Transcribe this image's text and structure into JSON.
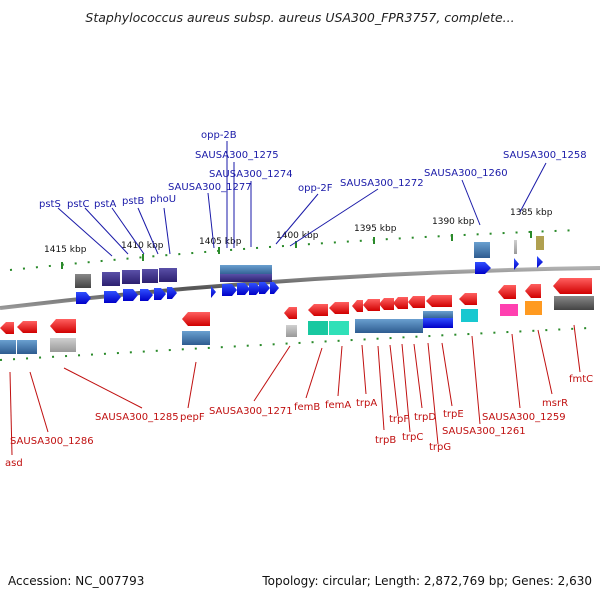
{
  "title": "Staphylococcus aureus subsp. aureus USA300_FPR3757, complete...",
  "footer": {
    "accession": "Accession: NC_007793",
    "summary": "Topology: circular; Length: 2,872,769 bp; Genes: 2,630"
  },
  "scale_labels": [
    "1415 kbp",
    "1410 kbp",
    "1405 kbp",
    "1400 kbp",
    "1395 kbp",
    "1390 kbp",
    "1385 kbp"
  ],
  "top_gene_labels": [
    "pstS",
    "pstC",
    "pstA",
    "pstB",
    "phoU",
    "opp-2B",
    "SAUSA300_1275",
    "SAUSA300_1274",
    "SAUSA300_1277",
    "opp-2F",
    "SAUSA300_1272",
    "SAUSA300_1260",
    "SAUSA300_1258"
  ],
  "bottom_gene_labels": [
    "asd",
    "SAUSA300_1286",
    "SAUSA300_1285",
    "pepF",
    "SAUSA300_1271",
    "femB",
    "femA",
    "trpA",
    "trpB",
    "trpF",
    "trpC",
    "trpD",
    "trpG",
    "trpE",
    "SAUSA300_1261",
    "SAUSA300_1259",
    "msrR",
    "fmtC"
  ],
  "colors": {
    "forward_strand": "#1a1aa8",
    "reverse_strand": "#c01010",
    "backbone": "#777777",
    "tick_dots": "#2a8a2a",
    "forward_arrow": "#0a14ee",
    "reverse_arrow": "#ee1a1a"
  }
}
